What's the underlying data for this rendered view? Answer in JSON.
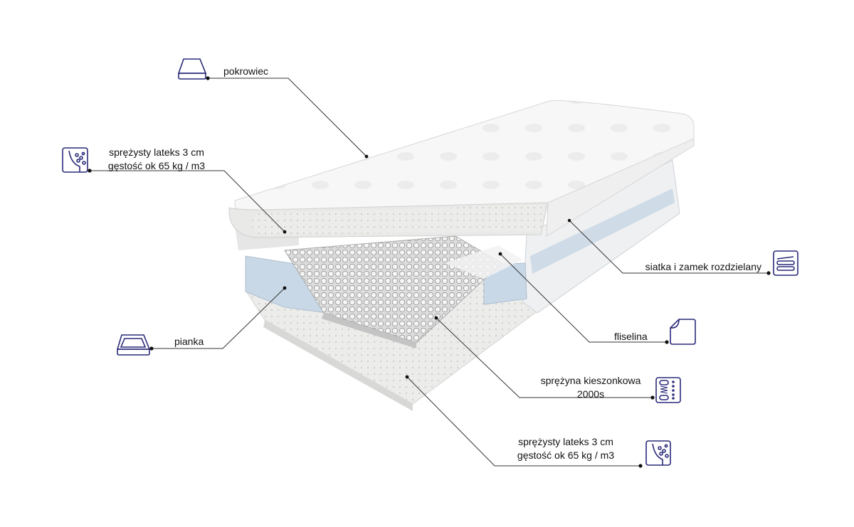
{
  "labels": {
    "cover": "pokrowiec",
    "latex_top": {
      "line1": "sprężysty lateks  3 cm",
      "line2": "gęstość ok 65 kg / m3"
    },
    "mesh_zipper": "siatka i zamek rozdzielany",
    "foam": "pianka",
    "fleece": "fliselina",
    "pocket_spring": {
      "line1": "sprężyna kieszonkowa",
      "line2": "2000s"
    },
    "latex_bottom": {
      "line1": "sprężysty lateks  3 cm",
      "line2": "gęstość ok 65 kg / m3"
    }
  },
  "icons": [
    "mattress-cover-icon",
    "latex-icon",
    "mesh-layers-icon",
    "foam-icon",
    "fleece-sheet-icon",
    "pocket-spring-icon",
    "latex-icon"
  ],
  "colors": {
    "icon_stroke": "#2a2a7a",
    "leader_line": "#333333",
    "foam_blue": "#c8d8e6"
  }
}
